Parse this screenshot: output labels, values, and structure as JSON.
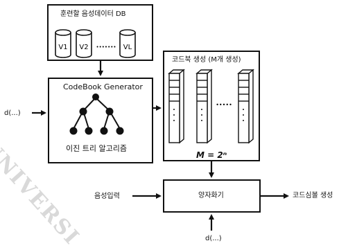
{
  "watermark": "UNIVERSI",
  "db": {
    "title": "훈련할 음성데이터 DB",
    "v1": "V1",
    "v2": "V2",
    "dots": "•••••••",
    "vl": "VL"
  },
  "generator": {
    "title": "CodeBook Generator",
    "caption": "이진 트리 알고리즘"
  },
  "input_d": "d(...)",
  "codebook": {
    "title": "코드북 생성 (M개 생성)",
    "dots": "•••••",
    "formula": "M = 2ⁿ"
  },
  "speech_input": "음성입력",
  "quantizer": "양자화기",
  "output": "코드심볼 생성",
  "bottom_d": "d(...)"
}
